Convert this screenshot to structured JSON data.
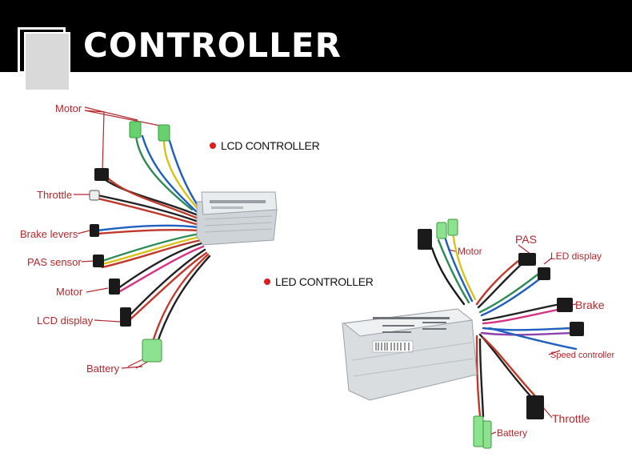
{
  "header": {
    "title": "CONTROLLER"
  },
  "lcd": {
    "heading": "LCD CONTROLLER",
    "labels": {
      "motor_top": "Motor",
      "throttle": "Throttle",
      "brake_levers": "Brake levers",
      "pas_sensor": "PAS sensor",
      "motor_bottom": "Motor",
      "lcd_display": "LCD display",
      "battery": "Battery"
    }
  },
  "led": {
    "heading": "LED CONTROLLER",
    "labels": {
      "motor": "Motor",
      "pas": "PAS",
      "led_display": "LED display",
      "brake": "Brake",
      "speed_controller": "Speed controller",
      "throttle": "Throttle",
      "battery": "Battery"
    }
  },
  "colors": {
    "label_red": "#b3282d",
    "bullet_red": "#d62020",
    "header_bg": "#000000"
  }
}
